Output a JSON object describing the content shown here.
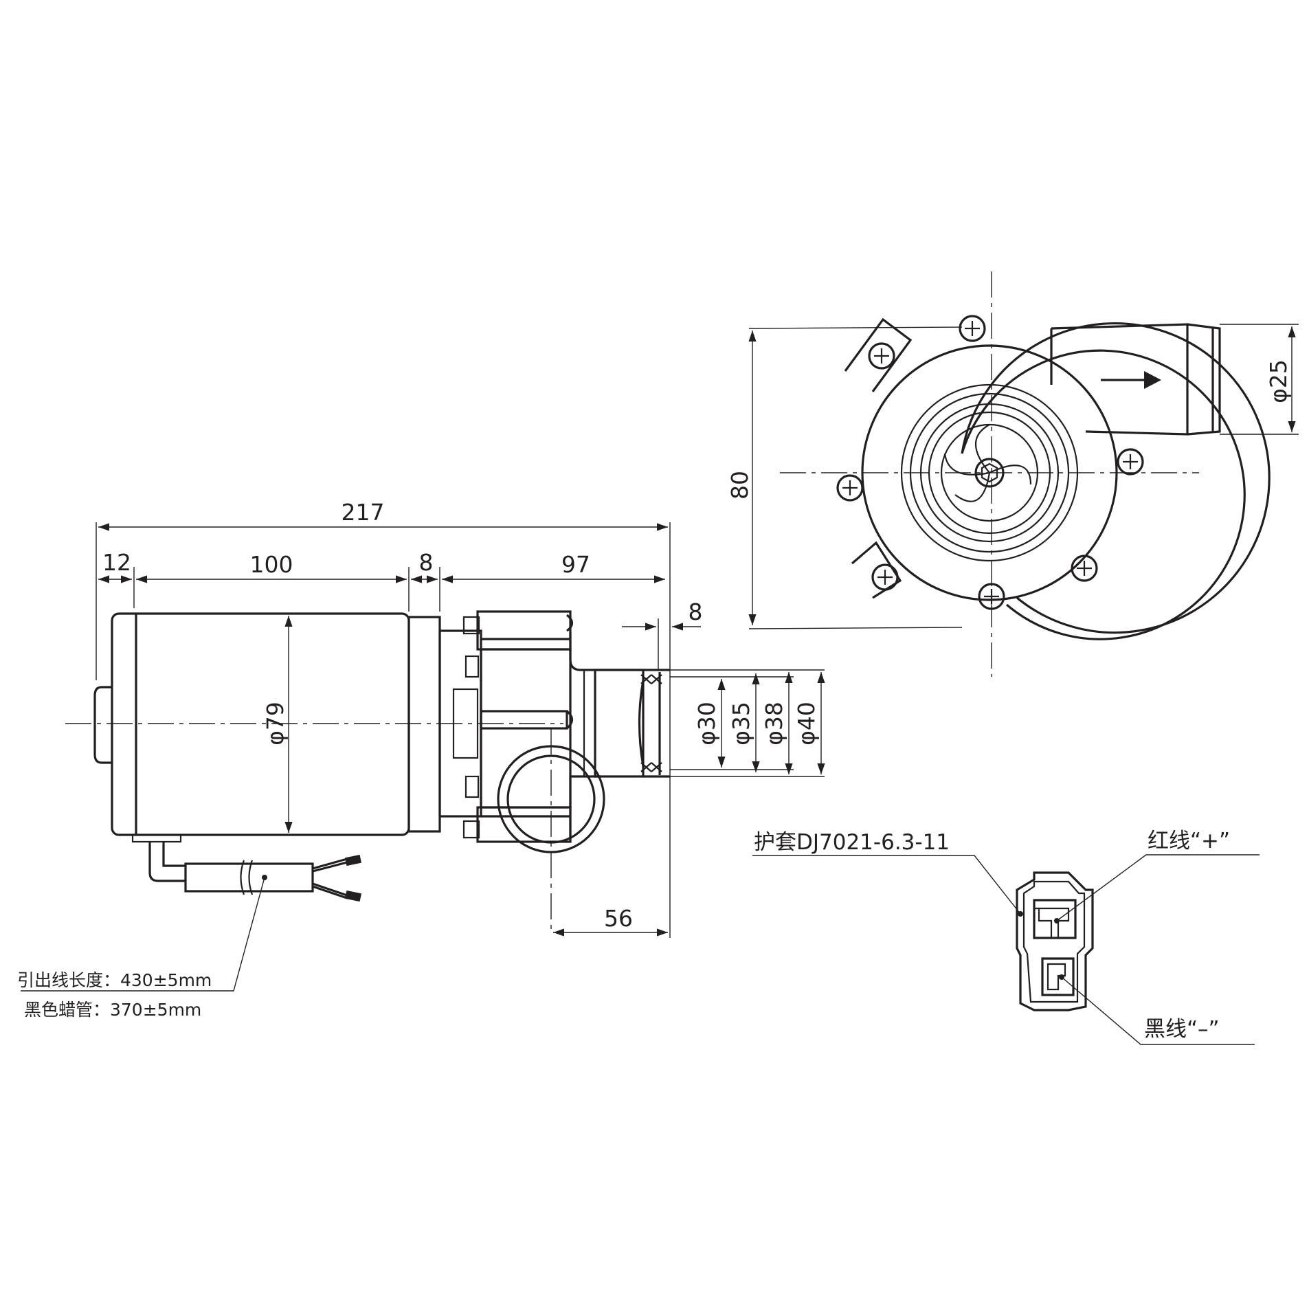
{
  "side_view": {
    "dims": {
      "overall_length": "217",
      "end_cap": "12",
      "motor_body": "100",
      "flange": "8",
      "pump": "97",
      "outlet_offset": "8",
      "inlet_center": "56",
      "motor_diameter": "φ79",
      "d30": "φ30",
      "d35": "φ35",
      "d38": "φ38",
      "d40": "φ40"
    },
    "lead_notes": {
      "lead_length": "引出线长度：430±5mm",
      "sleeve_length": "黑色蜡管：370±5mm"
    }
  },
  "front_view": {
    "dims": {
      "height": "80",
      "outlet_diameter": "φ25"
    }
  },
  "connector": {
    "housing": "护套DJ7021-6.3-11",
    "red_wire": "红线“+”",
    "black_wire": "黑线“–”"
  }
}
